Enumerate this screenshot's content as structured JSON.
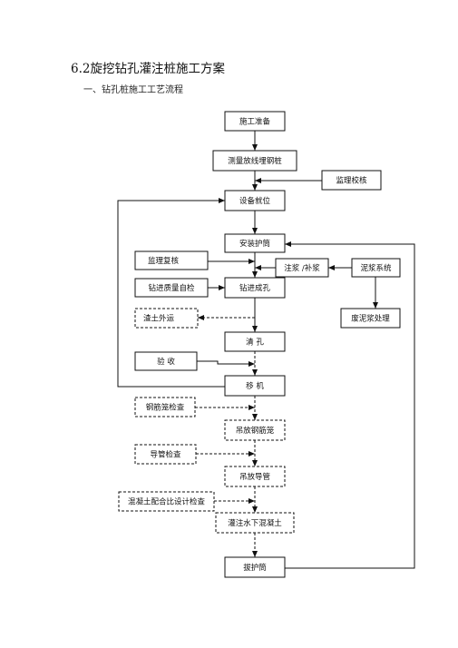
{
  "heading": "6.2旋挖钻孔灌注桩施工方案",
  "subheading": "一、钻孔桩施工工艺流程",
  "nodes": {
    "prep": "施工准备",
    "survey": "测量放线埋钢桩",
    "supervisor_check": "监理校核",
    "equip": "设备就位",
    "casing": "安装护筒",
    "supervisor_recheck": "监理复核",
    "grout": "注浆 /补浆",
    "mud": "泥浆系统",
    "drill_quality": "钻进质量自检",
    "drill": "钻进成孔",
    "soil": "渣土外运",
    "waste_mud": "废泥浆处理",
    "clean": "清 孔",
    "accept": "验 收",
    "move": "移 机",
    "cage_check": "钢筋笼检查",
    "cage_lift": "吊放钢筋笼",
    "pipe_check": "导管检查",
    "pipe_lift": "吊放导管",
    "mix_check": "混凝土配合比设计检查",
    "pour": "灌注水下混凝土",
    "pull": "拔护筒"
  }
}
